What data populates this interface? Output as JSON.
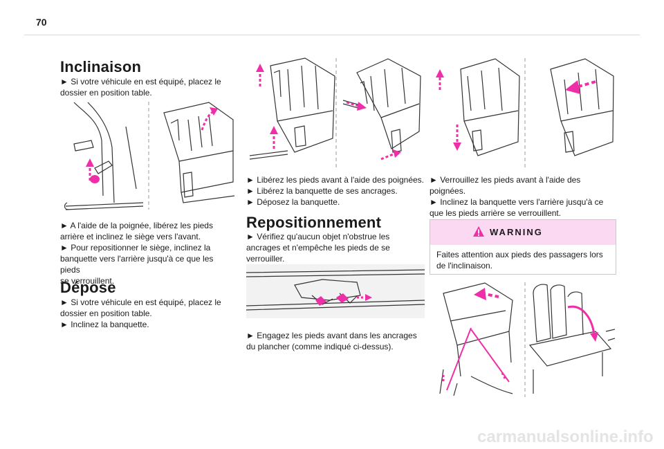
{
  "page": {
    "number": "70"
  },
  "col1": {
    "title_inclinaison": "Inclinaison",
    "p1_lines": [
      "► Si votre véhicule en est équipé, placez le",
      "dossier en position table."
    ],
    "p2_lines": [
      "► A l'aide de la poignée, libérez les pieds",
      "arrière et inclinez le siège vers l'avant.",
      "► Pour repositionner le siège, inclinez la",
      "banquette vers l'arrière jusqu'à ce que les pieds",
      "se verrouillent."
    ],
    "title_depose": "Dépose",
    "p3_lines": [
      "► Si votre véhicule en est équipé, placez le",
      "dossier en position table.",
      "► Inclinez la banquette."
    ]
  },
  "col2": {
    "p1_lines": [
      "► Libérez les pieds avant à l'aide des poignées.",
      "► Libérez la banquette de ses ancrages.",
      "► Déposez la banquette."
    ],
    "title_reposition": "Repositionnement",
    "p2_lines": [
      "► Vérifiez qu'aucun objet n'obstrue les",
      "ancrages et n'empêche les pieds de se",
      "verrouiller."
    ],
    "p3_lines": [
      "► Engagez les pieds avant dans les ancrages",
      "du plancher (comme indiqué ci-dessus)."
    ]
  },
  "col3": {
    "p1_lines": [
      "► Verrouillez les pieds avant à l'aide des",
      "poignées.",
      "► Inclinez la banquette vers l'arrière jusqu'à ce",
      "que les pieds arrière se verrouillent."
    ],
    "warning": {
      "title": "WARNING",
      "lines": [
        "Faites attention aux pieds des passagers lors",
        "de l'inclinaison."
      ]
    }
  },
  "footer": {
    "watermark": "carmanualsonline.info"
  },
  "colors": {
    "accent_magenta": "#ee2fa8",
    "warning_bg": "#fbd9f2",
    "line_gray": "#333333"
  }
}
